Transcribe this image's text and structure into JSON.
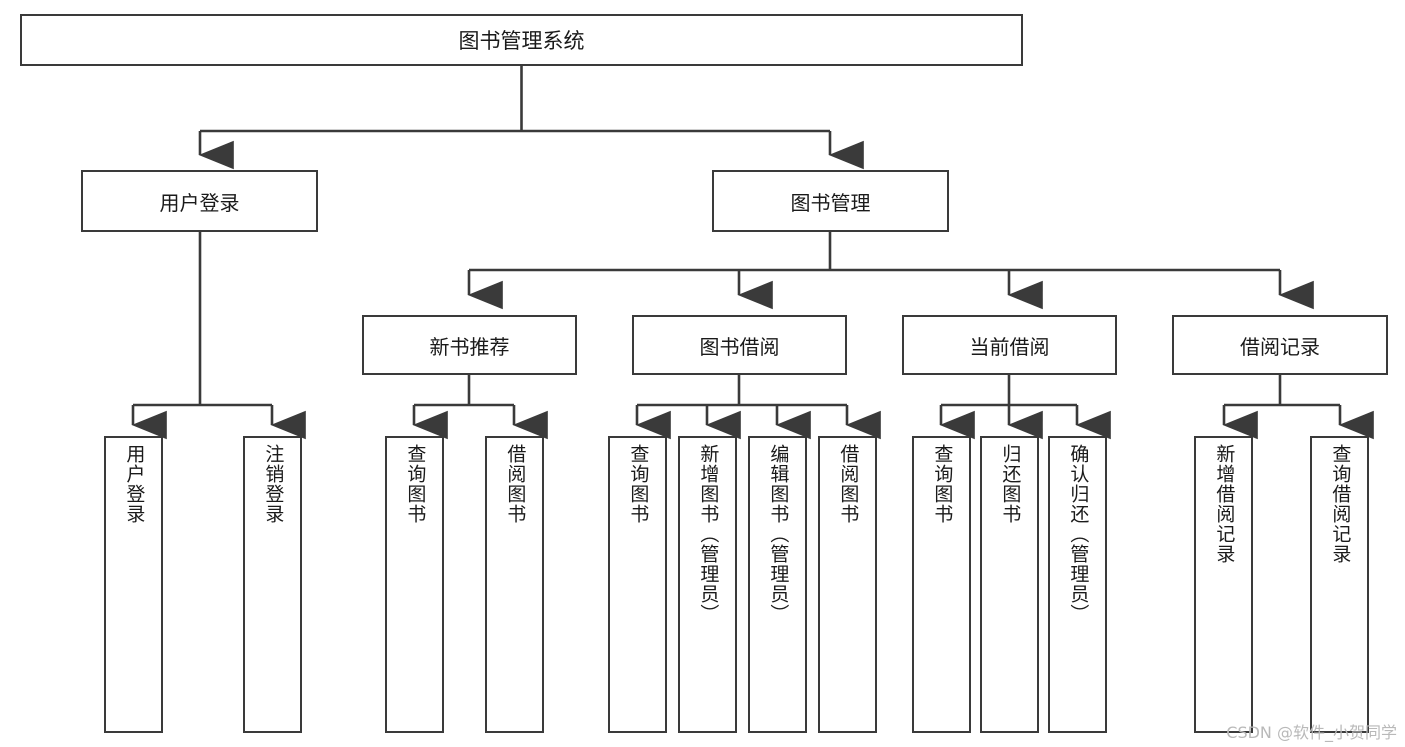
{
  "diagram": {
    "title": "图书管理系统",
    "type": "tree-hierarchy",
    "root": {
      "label": "图书管理系统"
    },
    "level1": [
      {
        "label": "用户登录"
      },
      {
        "label": "图书管理"
      }
    ],
    "level2": [
      {
        "label": "新书推荐"
      },
      {
        "label": "图书借阅"
      },
      {
        "label": "当前借阅"
      },
      {
        "label": "借阅记录"
      }
    ],
    "leaves": {
      "user_login": [
        {
          "label": "用户登录"
        },
        {
          "label": "注销登录"
        }
      ],
      "new_book_recommend": [
        {
          "label": "查询图书"
        },
        {
          "label": "借阅图书"
        }
      ],
      "book_borrow": [
        {
          "label": "查询图书"
        },
        {
          "label": "新增图书（管理员）"
        },
        {
          "label": "编辑图书（管理员）"
        },
        {
          "label": "借阅图书"
        }
      ],
      "current_borrow": [
        {
          "label": "查询图书"
        },
        {
          "label": "归还图书"
        },
        {
          "label": "确认归还（管理员）"
        }
      ],
      "borrow_record": [
        {
          "label": "新增借阅记录"
        },
        {
          "label": "查询借阅记录"
        }
      ]
    }
  },
  "watermark": {
    "text": "CSDN @软件_小贺同学"
  },
  "colors": {
    "border": "#3a3a3a",
    "text": "#1a1a1a",
    "background": "#ffffff",
    "watermark": "#b9b9b9"
  }
}
